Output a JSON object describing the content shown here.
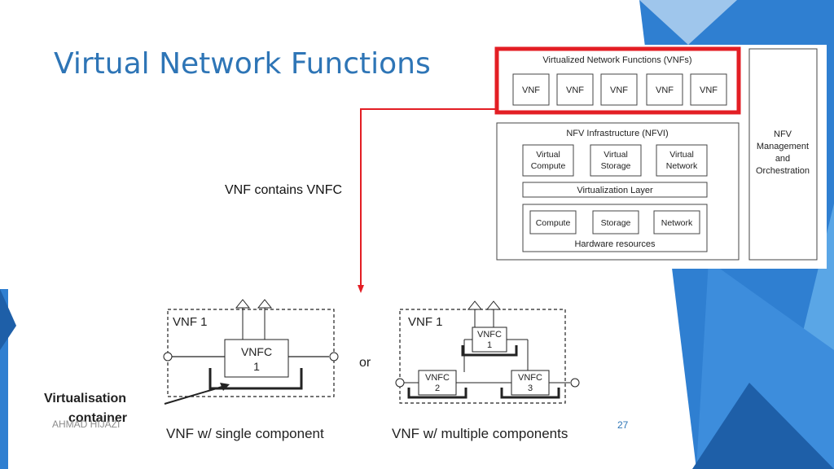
{
  "slide": {
    "title": "Virtual Network Functions",
    "annotation": "VNF contains VNFC",
    "footer_author": "AHMAD HIJAZI",
    "page_number": "27",
    "accent_color": "#2e75b6",
    "highlight_color": "#e31e24"
  },
  "arch": {
    "vnfs_title": "Virtualized Network Functions (VNFs)",
    "vnf_boxes": [
      "VNF",
      "VNF",
      "VNF",
      "VNF",
      "VNF"
    ],
    "nfvi_title": "NFV Infrastructure (NFVI)",
    "virtual_resources": [
      [
        "Virtual",
        "Compute"
      ],
      [
        "Virtual",
        "Storage"
      ],
      [
        "Virtual",
        "Network"
      ]
    ],
    "virtualization_layer": "Virtualization Layer",
    "hardware_items": [
      "Compute",
      "Storage",
      "Network"
    ],
    "hardware_label": "Hardware resources",
    "mano_lines": [
      "NFV",
      "Management",
      "and",
      "Orchestration"
    ]
  },
  "vnfc": {
    "single_title": "VNF 1",
    "single_component": [
      "VNFC",
      "1"
    ],
    "or_label": "or",
    "multi_title": "VNF 1",
    "multi_components": [
      [
        "VNFC",
        "1"
      ],
      [
        "VNFC",
        "2"
      ],
      [
        "VNFC",
        "3"
      ]
    ],
    "container_label": [
      "Virtualisation",
      "container"
    ],
    "caption_single": "VNF w/ single component",
    "caption_multi": "VNF w/ multiple components"
  }
}
